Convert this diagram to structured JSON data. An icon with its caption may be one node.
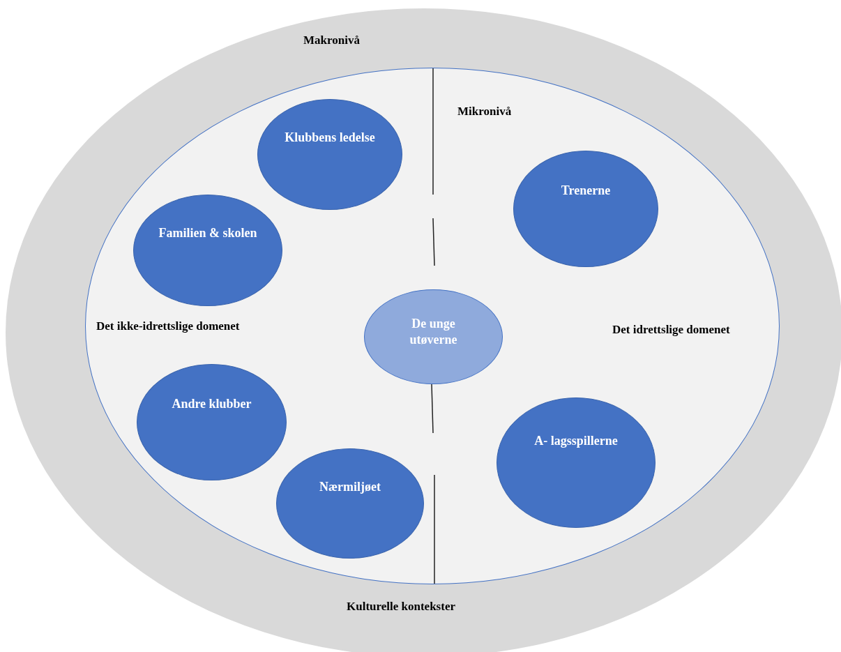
{
  "diagram": {
    "nodes": [
      {
        "text": [
          "Makronivå",
          "Kulturelle kontekster"
        ]
      },
      {
        "text": [
          "Mikronivå",
          "Det ikke-idrettslige domenet",
          "Det idrettslige domenet"
        ],
        "in": 0
      },
      {
        "text": [
          "Klubbens ledelse"
        ],
        "in": 1
      },
      {
        "text": [
          "Familien & skolen"
        ],
        "in": 1
      },
      {
        "text": [
          "Trenerne"
        ],
        "in": 1
      },
      {
        "text": [
          "De unge utøverne"
        ],
        "in": 1
      },
      {
        "text": [
          "Andre klubber"
        ],
        "in": 1
      },
      {
        "text": [
          "A- lagsspillerne"
        ],
        "in": 1
      },
      {
        "text": [
          "Nærmiljøet"
        ],
        "in": 1
      }
    ],
    "edges": []
  }
}
